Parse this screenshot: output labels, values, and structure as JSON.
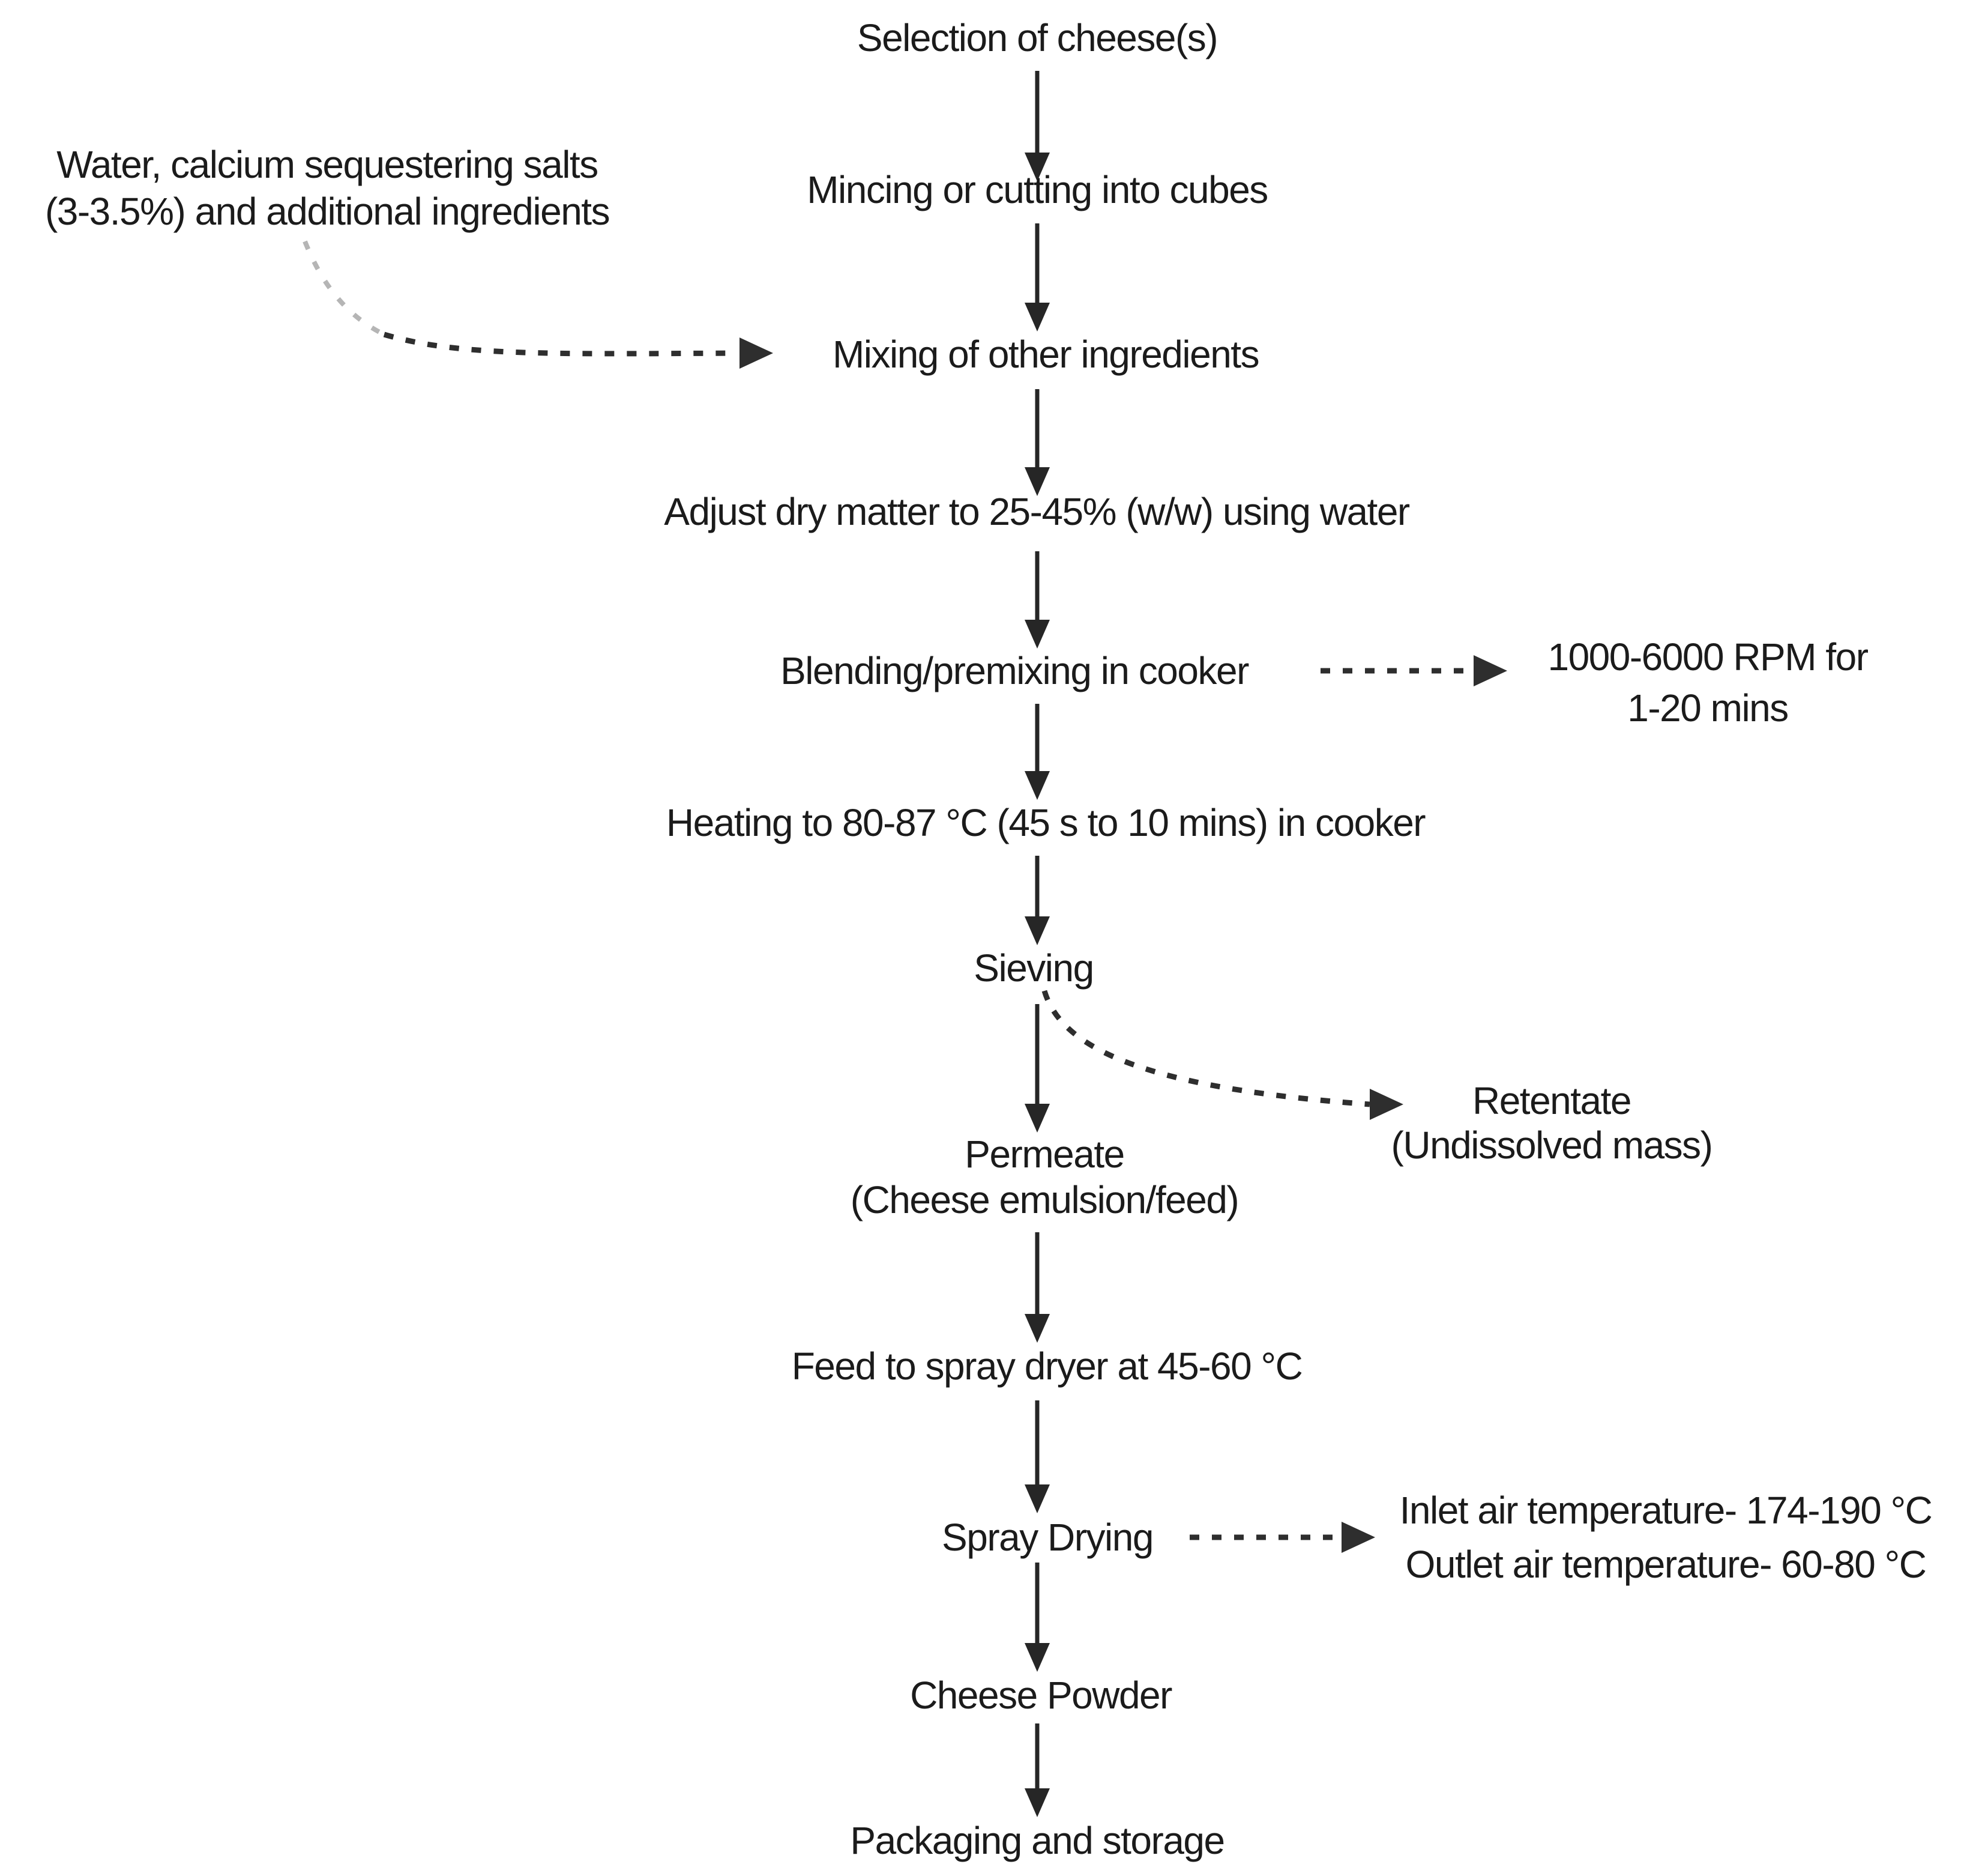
{
  "diagram": {
    "type": "flowchart",
    "colors": {
      "background": "#ffffff",
      "text": "#1b1b1b",
      "arrow": "#262626",
      "faded_dash": "#b5b5b5"
    },
    "steps": {
      "selection": "Selection of cheese(s)",
      "mincing": "Mincing or cutting into cubes",
      "mixing": "Mixing of other ingredients",
      "adjust": "Adjust dry matter to 25-45% (w/w) using water",
      "blending": "Blending/premixing in cooker",
      "heating": "Heating to 80-87 °C (45 s to 10 mins) in cooker",
      "sieving": "Sieving",
      "permeate_line1": "Permeate",
      "permeate_line2": "(Cheese emulsion/feed)",
      "feed": "Feed to spray dryer at 45-60 °C",
      "spray_drying": "Spray Drying",
      "cheese_powder": "Cheese Powder",
      "packaging": "Packaging and storage"
    },
    "annotations": {
      "ingredients_line1": "Water, calcium sequestering salts",
      "ingredients_line2": "(3-3.5%) and additional ingredients",
      "rpm_line1": "1000-6000 RPM for",
      "rpm_line2": "1-20 mins",
      "retentate_line1": "Retentate",
      "retentate_line2": "(Undissolved mass)",
      "inlet_air": "Inlet air temperature- 174-190 °C",
      "outlet_air": "Outlet air temperature- 60-80 °C"
    },
    "edges": [
      {
        "from": "selection",
        "to": "mincing",
        "style": "solid"
      },
      {
        "from": "mincing",
        "to": "mixing",
        "style": "solid"
      },
      {
        "from": "ingredients_note",
        "to": "mixing",
        "style": "dashed-curve"
      },
      {
        "from": "mixing",
        "to": "adjust",
        "style": "solid"
      },
      {
        "from": "adjust",
        "to": "blending",
        "style": "solid"
      },
      {
        "from": "blending",
        "to": "rpm_note",
        "style": "dashed"
      },
      {
        "from": "blending",
        "to": "heating",
        "style": "solid"
      },
      {
        "from": "heating",
        "to": "sieving",
        "style": "solid"
      },
      {
        "from": "sieving",
        "to": "permeate",
        "style": "solid"
      },
      {
        "from": "sieving",
        "to": "retentate_note",
        "style": "dashed-curve"
      },
      {
        "from": "permeate",
        "to": "feed",
        "style": "solid"
      },
      {
        "from": "feed",
        "to": "spray_drying",
        "style": "solid"
      },
      {
        "from": "spray_drying",
        "to": "air_temp_note",
        "style": "dashed"
      },
      {
        "from": "spray_drying",
        "to": "cheese_powder",
        "style": "solid"
      },
      {
        "from": "cheese_powder",
        "to": "packaging",
        "style": "solid"
      }
    ]
  }
}
